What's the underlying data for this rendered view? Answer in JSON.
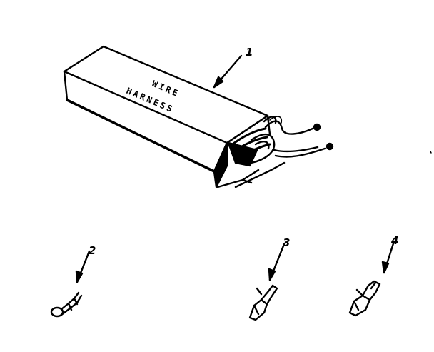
{
  "diagram": {
    "box_label_line1": "WIRE",
    "box_label_line2": "HARNESS",
    "callouts": [
      "1",
      "2",
      "3",
      "4"
    ]
  }
}
